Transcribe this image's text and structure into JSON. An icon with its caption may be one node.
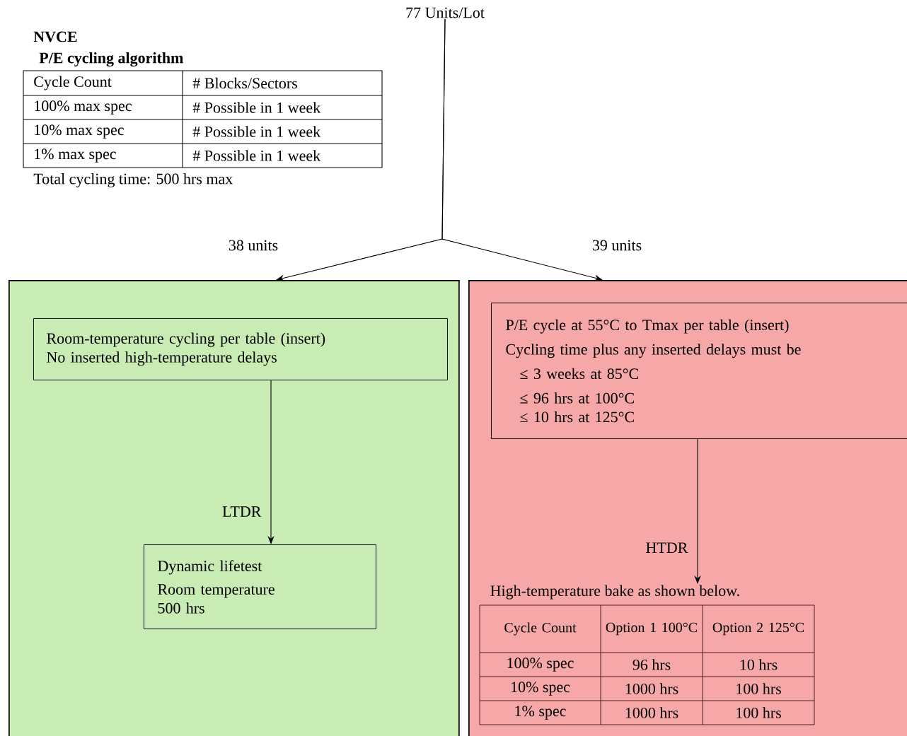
{
  "diagram": {
    "nodes": [
      {
        "text": [
          "77 Units/Lot"
        ]
      },
      {
        "text": [],
        "shape": "box"
      },
      {
        "text": [
          "Room-temperature cycling per table (insert)",
          "No inserted high-temperature delays"
        ],
        "in": 1
      },
      {
        "text": [
          "Dynamic lifetest",
          "Room temperature",
          "500 hrs"
        ],
        "in": 1
      },
      {
        "text": [],
        "shape": "box"
      },
      {
        "text": [
          "P/E cycle at 55°C to Tmax per table (insert)",
          "Cycling time plus any inserted delays must be",
          "≤ 3 weeks at 85°C",
          "≤ 96 hrs at 100°C",
          "≤ 10 hrs at 125°C"
        ],
        "in": 4
      },
      {
        "text": [
          "High-temperature bake as shown below."
        ],
        "in": 4
      }
    ],
    "edges": [
      {
        "from": 0,
        "to": 1,
        "arrow": "to",
        "label": "38 units"
      },
      {
        "from": 0,
        "to": 4,
        "arrow": "to",
        "label": "39 units"
      },
      {
        "from": 2,
        "to": 3,
        "arrow": "to",
        "label": "LTDR"
      },
      {
        "from": 5,
        "to": 6,
        "arrow": "to",
        "label": "HTDR"
      }
    ],
    "labels": [
      "NVCE",
      "P/E cycling algorithm",
      "Cycle Count",
      "# Blocks/Sectors",
      "100% max spec",
      "# Possible in 1 week",
      "10% max spec",
      "# Possible in 1 week",
      "1% max spec",
      "# Possible in 1 week",
      "Total cycling time: 500 hrs max",
      "Cycle Count",
      "Option 1 100°C",
      "Option 2 125°C",
      "100% spec",
      "96 hrs",
      "10 hrs",
      "10% spec",
      "1000 hrs",
      "100 hrs",
      "1% spec",
      "1000 hrs",
      "100 hrs"
    ]
  }
}
